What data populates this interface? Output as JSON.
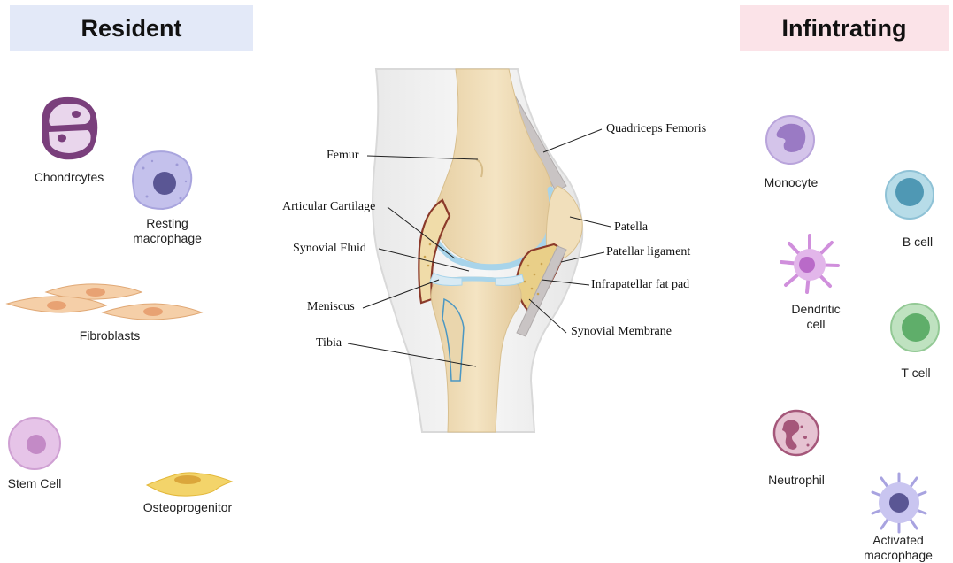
{
  "headers": {
    "resident": "Resident",
    "infiltrating": "Infintrating"
  },
  "resident_cells": [
    {
      "id": "chondrocytes",
      "label": "Chondrcytes"
    },
    {
      "id": "resting-macrophage",
      "label": "Resting\nmacrophage"
    },
    {
      "id": "fibroblasts",
      "label": "Fibroblasts"
    },
    {
      "id": "stem-cell",
      "label": "Stem Cell"
    },
    {
      "id": "osteoprogenitor",
      "label": "Osteoprogenitor"
    }
  ],
  "infiltrating_cells": [
    {
      "id": "monocyte",
      "label": "Monocyte"
    },
    {
      "id": "b-cell",
      "label": "B cell"
    },
    {
      "id": "dendritic-cell",
      "label": "Dendritic\ncell"
    },
    {
      "id": "t-cell",
      "label": "T cell"
    },
    {
      "id": "neutrophil",
      "label": "Neutrophil"
    },
    {
      "id": "activated-macrophage",
      "label": "Activated\nmacrophage"
    }
  ],
  "anatomy_labels": {
    "femur": "Femur",
    "articular_cartilage": "Articular Cartilage",
    "synovial_fluid": "Synovial Fluid",
    "meniscus": "Meniscus",
    "tibia": "Tibia",
    "quadriceps_femoris": "Quadriceps Femoris",
    "patella": "Patella",
    "patellar_ligament": "Patellar ligament",
    "infrapatellar_fat_pad": "Infrapatellar fat pad",
    "synovial_membrane": "Synovial Membrane"
  },
  "colors": {
    "resident_header_bg": "#e3e9f8",
    "infiltrating_header_bg": "#fbe3e8",
    "bone": "#efdcb4",
    "cartilage": "#a8d4ea",
    "membrane": "#8b3a2a",
    "fat_pad": "#e9cf88"
  }
}
